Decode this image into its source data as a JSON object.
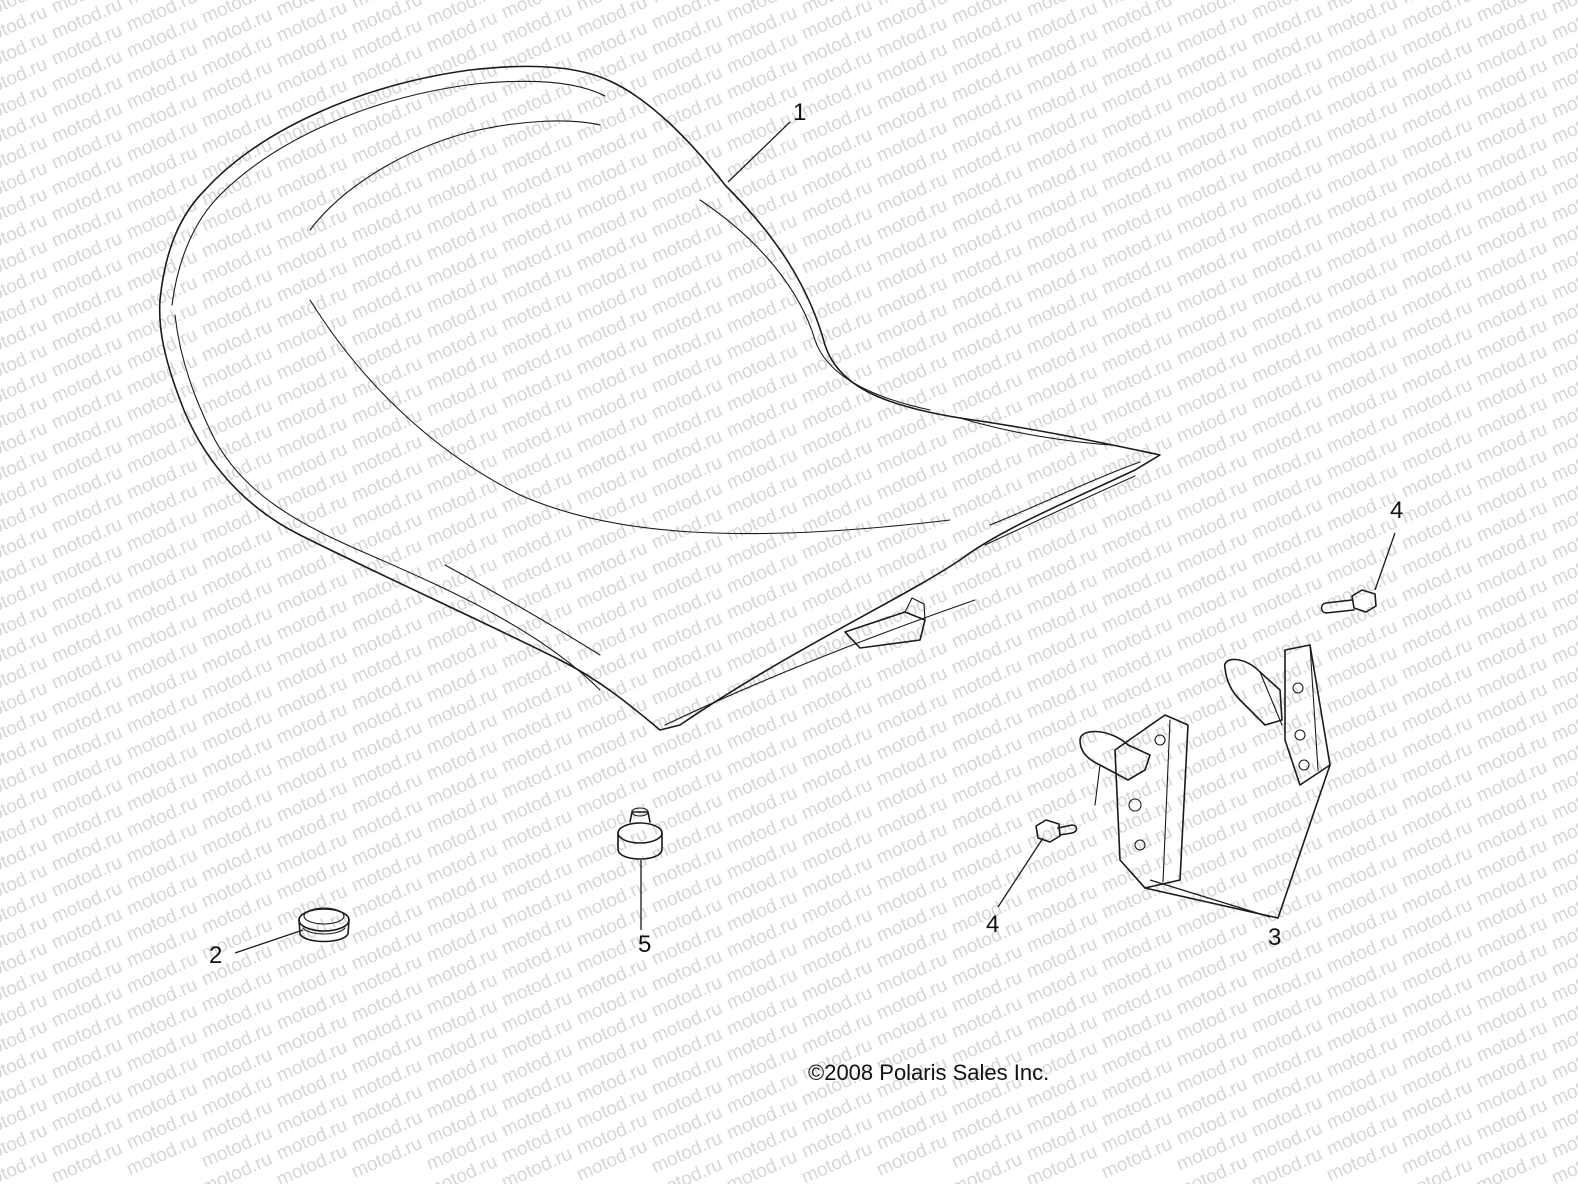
{
  "watermark": {
    "text": "motod.ru",
    "color": "#d6d6d6"
  },
  "callouts": [
    {
      "id": "1",
      "label": "1",
      "part": "seat"
    },
    {
      "id": "2",
      "label": "2",
      "part": "grommet"
    },
    {
      "id": "3",
      "label": "3",
      "part": "seat-latch-bracket"
    },
    {
      "id": "4a",
      "label": "4",
      "part": "screw-upper"
    },
    {
      "id": "4b",
      "label": "4",
      "part": "screw-lower"
    },
    {
      "id": "5",
      "label": "5",
      "part": "bumper"
    }
  ],
  "copyright": "©2008 Polaris Sales Inc."
}
